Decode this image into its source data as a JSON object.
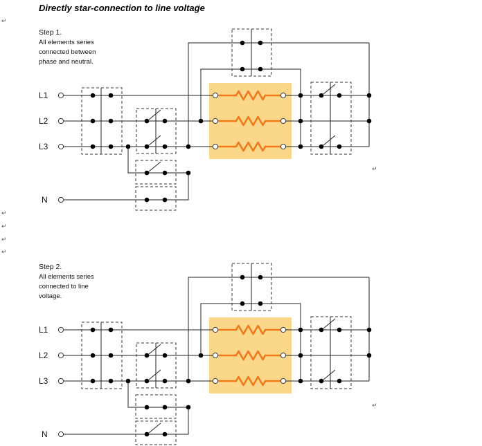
{
  "title": "Directly star-connection to line voltage",
  "paragraph_mark": "↵",
  "step1": {
    "label_lines": [
      "Step 1.",
      "All elements series",
      "connected between",
      "phase  and neutral."
    ],
    "phases": [
      "L1",
      "L2",
      "L3"
    ],
    "neutral": "N"
  },
  "step2": {
    "label_lines": [
      "Step 2.",
      "All elements series",
      "connected to line",
      "voltage."
    ],
    "phases": [
      "L1",
      "L2",
      "L3"
    ],
    "neutral": "N"
  },
  "colors": {
    "resistor": "#ee7a1c",
    "heater_fill": "#fbd78a",
    "wire": "#222222"
  }
}
